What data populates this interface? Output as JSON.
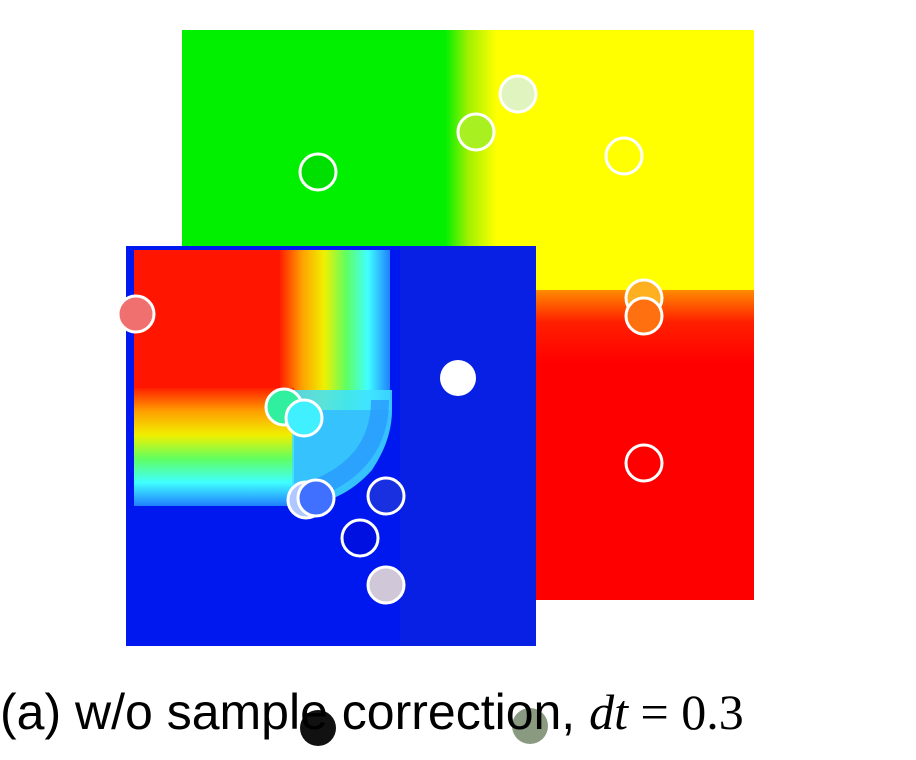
{
  "caption": {
    "label": "(a) w/o sample correction,",
    "math_var": "dt",
    "math_rest": " = 0.3"
  },
  "colors": {
    "green": "#00f000",
    "yellow": "#ffff00",
    "red": "#ff0000",
    "blue": "#0000f0",
    "cyan": "#40ffff",
    "ring": "#ffffff"
  },
  "markers": [
    {
      "id": "marker-light-green",
      "fill": "#e0f4c0"
    },
    {
      "id": "marker-yellow-green",
      "fill": "#a8f020"
    },
    {
      "id": "marker-green",
      "fill": "#00e000"
    },
    {
      "id": "marker-yellow",
      "fill": "#ffff00"
    },
    {
      "id": "marker-orange-top",
      "fill": "#ffb020"
    },
    {
      "id": "marker-orange",
      "fill": "#ff7010"
    },
    {
      "id": "marker-red",
      "fill": "#ff0000"
    },
    {
      "id": "marker-pink",
      "fill": "#f07070"
    },
    {
      "id": "marker-white",
      "fill": "#ffffff"
    },
    {
      "id": "marker-teal",
      "fill": "#30f0a0"
    },
    {
      "id": "marker-cyan",
      "fill": "#40f0ff"
    },
    {
      "id": "marker-pale-blue",
      "fill": "#b0c8ff"
    },
    {
      "id": "marker-mid-blue",
      "fill": "#4070ff"
    },
    {
      "id": "marker-blue",
      "fill": "#1830e0"
    },
    {
      "id": "marker-dark-blue",
      "fill": "#0010e0"
    },
    {
      "id": "marker-lilac",
      "fill": "#d0c8d8"
    },
    {
      "id": "marker-black",
      "fill": "#111111"
    },
    {
      "id": "marker-sage",
      "fill": "#8a9a80"
    }
  ]
}
